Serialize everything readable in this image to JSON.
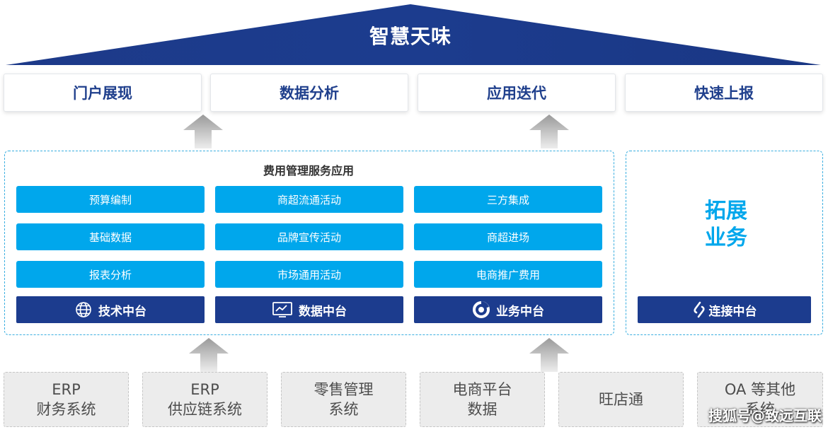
{
  "header": {
    "title": "智慧天味"
  },
  "top_boxes": [
    "门户展现",
    "数据分析",
    "应用迭代",
    "快速上报"
  ],
  "service_panel": {
    "title": "费用管理服务应用",
    "columns": [
      [
        "预算编制",
        "基础数据",
        "报表分析"
      ],
      [
        "商超流通活动",
        "品牌宣传活动",
        "市场通用活动"
      ],
      [
        "三方集成",
        "商超进场",
        "电商推广费用"
      ]
    ],
    "platforms": [
      {
        "label": "技术中台",
        "icon": "globe-icon"
      },
      {
        "label": "数据中台",
        "icon": "data-screen-icon"
      },
      {
        "label": "业务中台",
        "icon": "pie-chart-icon"
      }
    ]
  },
  "expand_panel": {
    "title_line1": "拓展",
    "title_line2": "业务",
    "platform": {
      "label": "连接中台",
      "icon": "link-icon"
    }
  },
  "bottom_boxes": [
    {
      "line1": "ERP",
      "line2": "财务系统"
    },
    {
      "line1": "ERP",
      "line2": "供应链系统"
    },
    {
      "line1": "零售管理",
      "line2": "系统"
    },
    {
      "line1": "电商平台",
      "line2": "数据"
    },
    {
      "line1": "旺店通",
      "line2": ""
    },
    {
      "line1": "OA 等其他",
      "line2": "系统"
    }
  ],
  "watermark": "搜狐号@致远互联",
  "colors": {
    "roof": "#1c3c8e",
    "item_blue": "#00a7ec",
    "platform_navy": "#1c3c8e",
    "top_text": "#1f3f8c",
    "panel_border": "#3aaee0",
    "arrow_gray": "#a3a3a3",
    "bottom_bg": "#ececec"
  }
}
